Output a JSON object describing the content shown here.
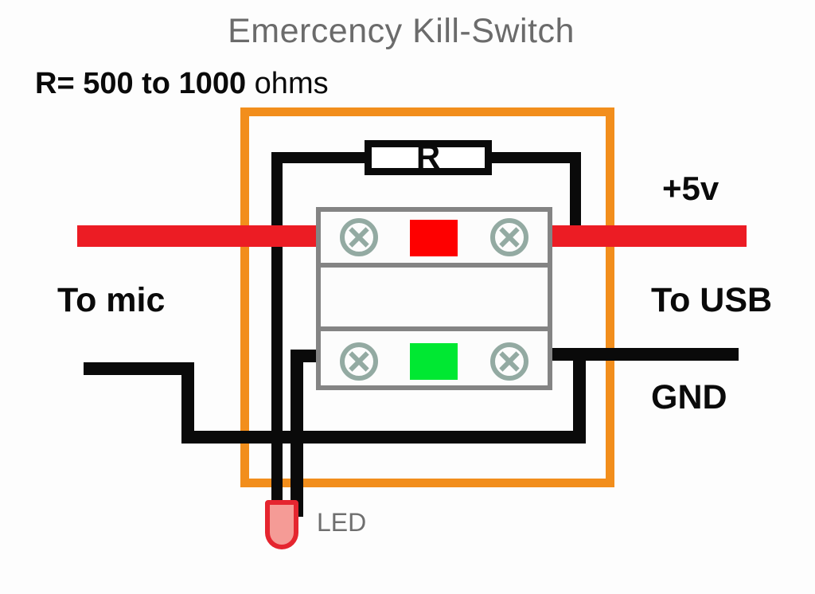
{
  "diagram": {
    "title": "Emercency Kill-Switch",
    "resistor_note": {
      "bold": "R= 500 to 1000",
      "unit": "ohms"
    },
    "components": {
      "resistor": {
        "label": "R",
        "name": "resistor"
      },
      "switch": {
        "name": "rocker-switch",
        "top_rocker_color": "#fe0000",
        "bottom_rocker_color": "#00e832",
        "terminals": 4,
        "terminal_color": "#93aaa2"
      },
      "led": {
        "label": "LED",
        "body_color": "#f59b96",
        "outline_color": "#e5252f"
      },
      "enclosure": {
        "name": "enclosure",
        "color": "#f28e1c"
      }
    },
    "labels": {
      "supply": "+5v",
      "usb": "To USB",
      "ground": "GND",
      "mic": "To mic",
      "led": "LED"
    },
    "wires": {
      "power_color": "#ec1c24",
      "ground_color": "#0a0a0a"
    }
  }
}
